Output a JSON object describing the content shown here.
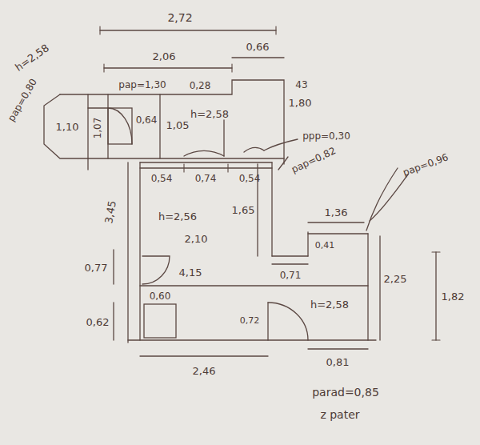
{
  "diagram": {
    "labels": [
      "2,72",
      "2,06",
      "0,66",
      "h=2,58",
      "pap=0,80",
      "pap=1,30",
      "0,28",
      "43",
      "1,80",
      "1,10",
      "1,07",
      "0,64",
      "1,05",
      "h=2,58",
      "ppp=0,30",
      "pap=0,82",
      "0,54",
      "0,74",
      "0,54",
      "pap=0,96",
      "3,45",
      "h=2,56",
      "1,65",
      "1,36",
      "0,41",
      "2,10",
      "0,77",
      "4,15",
      "0,71",
      "h=2,58",
      "2,25",
      "1,82",
      "0,62",
      "0,60",
      "0,72",
      "2,46",
      "0,81",
      "parad=0,85",
      "z pater"
    ]
  }
}
